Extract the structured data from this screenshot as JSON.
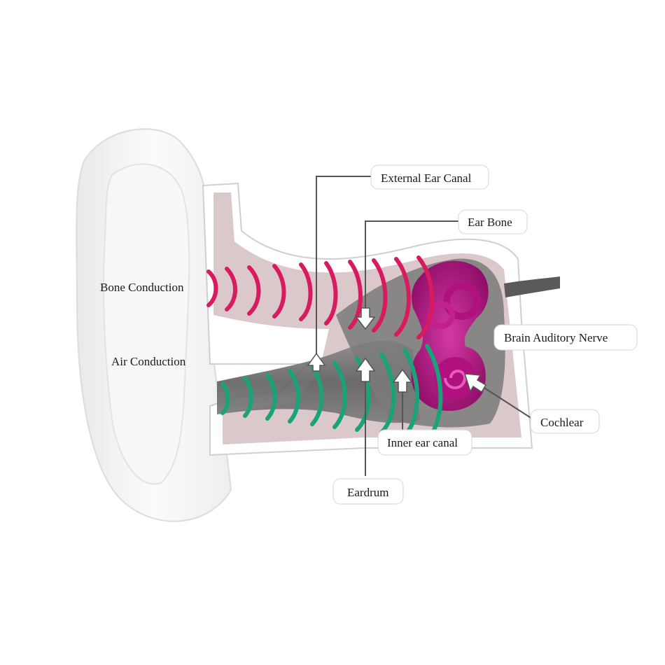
{
  "labels": {
    "external_ear_canal": "External Ear Canal",
    "ear_bone": "Ear Bone",
    "bone_conduction": "Bone Conduction",
    "air_conduction": "Air Conduction",
    "brain_auditory_nerve": "Brain Auditory Nerve",
    "cochlear": "Cochlear",
    "inner_ear_canal": "Inner ear canal",
    "eardrum": "Eardrum"
  },
  "colors": {
    "bone_wave": "#d81b60",
    "air_wave": "#1aa27a",
    "inner_ear": "#b0117f",
    "tissue": "#d9c5c8",
    "skin": "#f4f4f4",
    "canal_gray": "#6b6b6b"
  },
  "icons": {
    "bone_waves": "sound-wave-arcs",
    "air_waves": "sound-wave-arcs",
    "pointer_arrows": "arrow-up"
  }
}
